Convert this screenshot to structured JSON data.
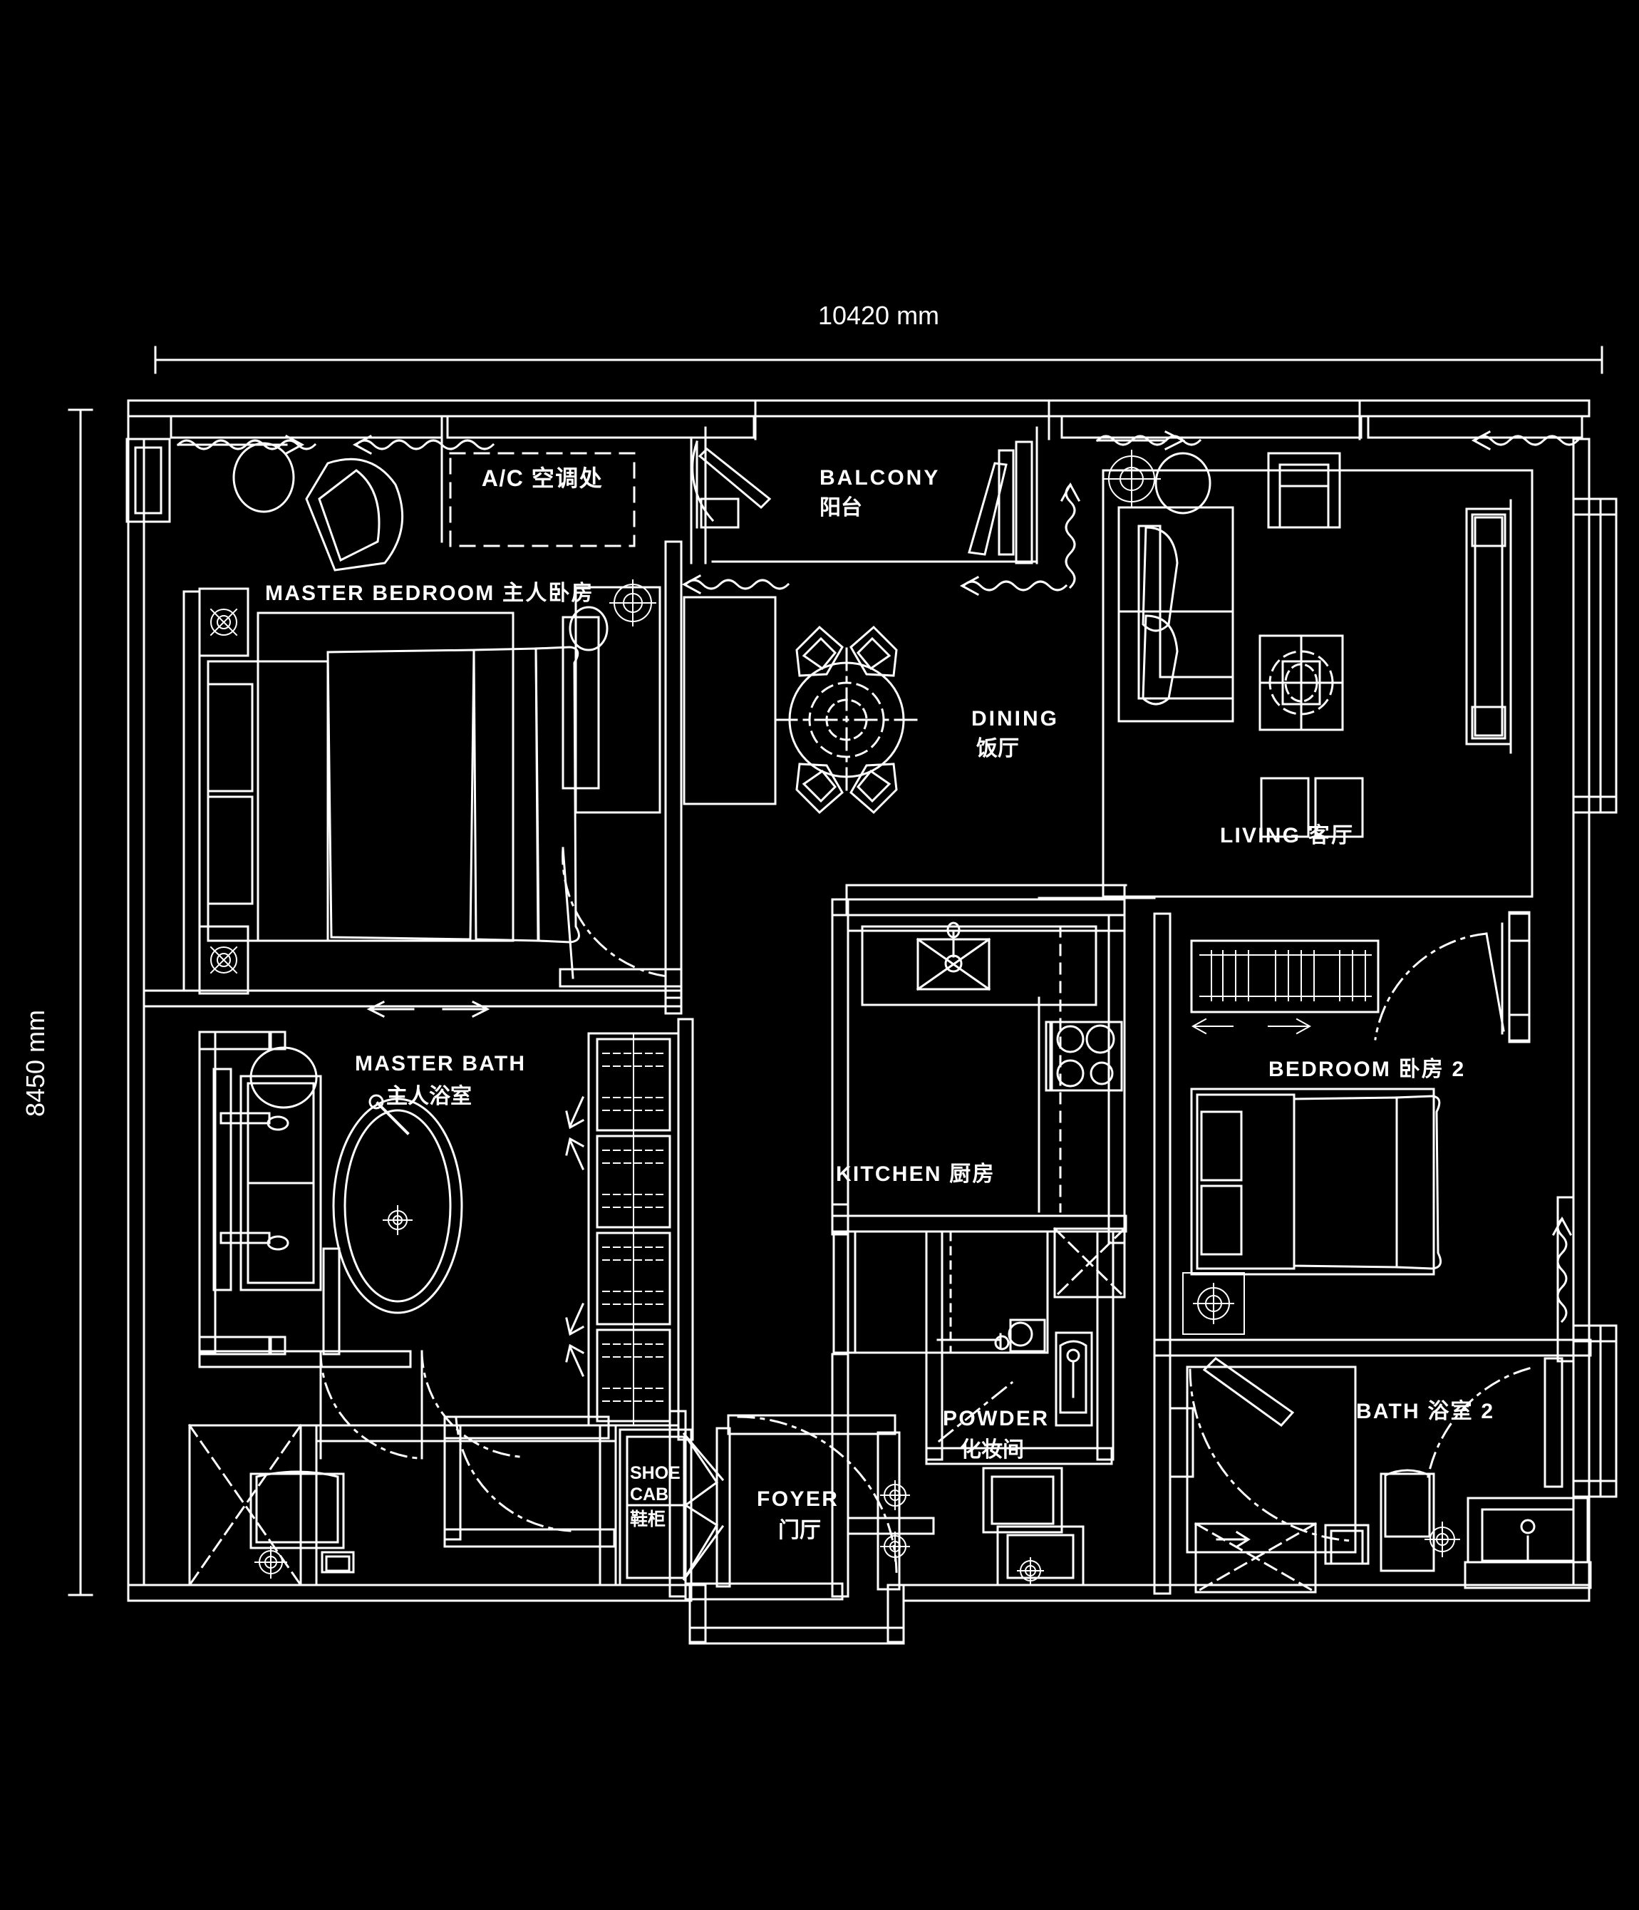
{
  "plan": {
    "title": "Apartment Floor Plan",
    "background_color": "#000000",
    "line_color": "#ffffff"
  },
  "dimensions": {
    "width_label": "10420 mm",
    "height_label": "8450 mm"
  },
  "rooms": [
    {
      "id": "master_bedroom",
      "en": "MASTER BEDROOM",
      "zh": "主人卧房",
      "label": "MASTER BEDROOM 主人卧房"
    },
    {
      "id": "balcony",
      "en": "BALCONY",
      "zh": "阳台",
      "label_en": "BALCONY",
      "label_zh": "阳台"
    },
    {
      "id": "dining",
      "en": "DINING",
      "zh": "饭厅",
      "label_en": "DINING",
      "label_zh": "饭厅"
    },
    {
      "id": "living",
      "en": "LIVING",
      "zh": "客厅",
      "label": "LIVING 客厅"
    },
    {
      "id": "master_bath",
      "en": "MASTER BATH",
      "zh": "主人浴室",
      "label_en": "MASTER BATH",
      "label_zh": "主人浴室"
    },
    {
      "id": "kitchen",
      "en": "KITCHEN",
      "zh": "厨房",
      "label": "KITCHEN 厨房"
    },
    {
      "id": "bedroom2",
      "en": "BEDROOM",
      "zh": "卧房 2",
      "label": "BEDROOM 卧房 2"
    },
    {
      "id": "powder",
      "en": "POWDER",
      "zh": "化妆间",
      "label_en": "POWDER",
      "label_zh": "化妆间"
    },
    {
      "id": "bath2",
      "en": "BATH",
      "zh": "浴室 2",
      "label": "BATH 浴室 2"
    },
    {
      "id": "foyer",
      "en": "FOYER",
      "zh": "门厅",
      "label_en": "FOYER",
      "label_zh": "门厅"
    },
    {
      "id": "shoe_cab",
      "en_line1": "SHOE",
      "en_line2": "CAB",
      "zh": "鞋柜"
    },
    {
      "id": "ac_closet",
      "label": "A/C 空调处"
    }
  ],
  "annotations": {
    "ac_box": "A/C 空调处",
    "shoe_cab_1": "SHOE",
    "shoe_cab_2": "CAB",
    "shoe_cab_zh": "鞋柜"
  }
}
